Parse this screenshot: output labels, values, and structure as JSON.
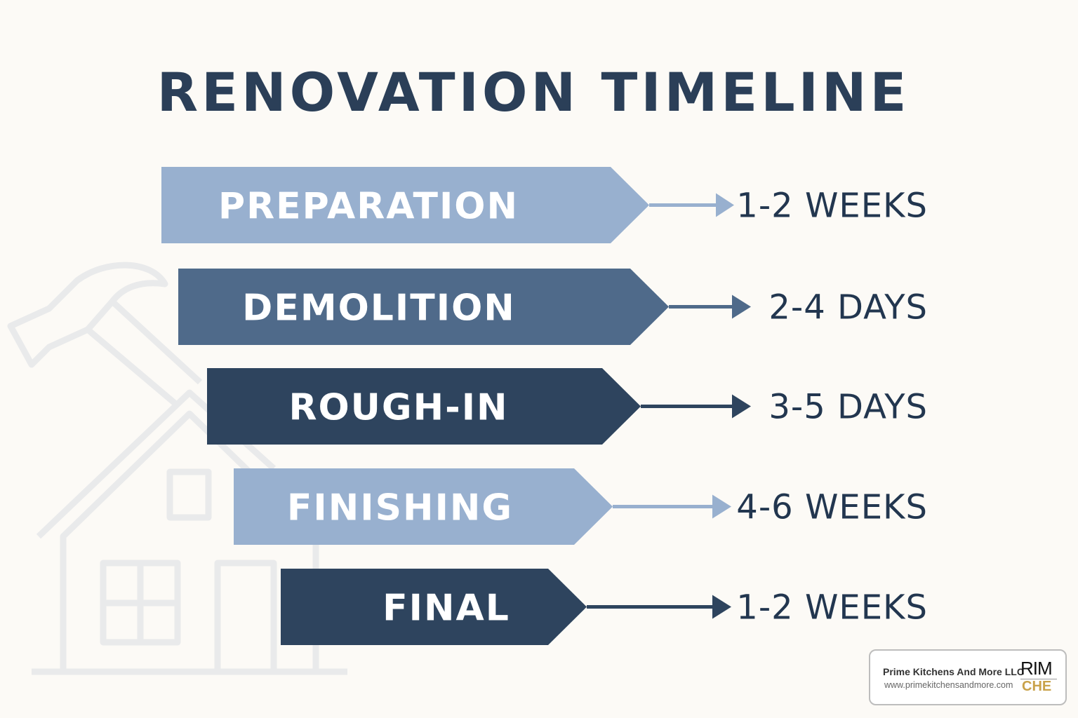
{
  "title": "RENOVATION TIMELINE",
  "colors": {
    "background": "#FCFAF6",
    "light": "#98B0CF",
    "medium": "#4F6A8A",
    "dark": "#2E445E",
    "title": "#2B3F58"
  },
  "phases": [
    {
      "label": "PREPARATION",
      "duration": "1-2 WEEKS",
      "color": "#98B0CF"
    },
    {
      "label": "DEMOLITION",
      "duration": "2-4 DAYS",
      "color": "#4F6A8A"
    },
    {
      "label": "ROUGH-IN",
      "duration": "3-5 DAYS",
      "color": "#2E445E"
    },
    {
      "label": "FINISHING",
      "duration": "4-6 WEEKS",
      "color": "#98B0CF"
    },
    {
      "label": "FINAL",
      "duration": "1-2 WEEKS",
      "color": "#2E445E"
    }
  ],
  "badge": {
    "company": "Prime Kitchens And More LLC",
    "url": "www.primekitchensandmore.com",
    "logo_top": "RIM",
    "logo_bottom": "CHE"
  }
}
